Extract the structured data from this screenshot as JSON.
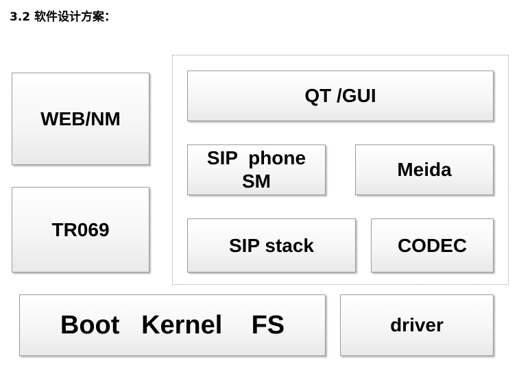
{
  "heading": "3.2 软件设计方案：",
  "boxes": {
    "web_nm": "WEB/NM",
    "tr069": "TR069",
    "qt_gui": "QT /GUI",
    "sip_phone_sm": "SIP  phone\nSM",
    "meida": "Meida",
    "sip_stack": "SIP stack",
    "codec": "CODEC",
    "boot_kernel_fs": "Boot   Kernel    FS",
    "driver": "driver"
  }
}
